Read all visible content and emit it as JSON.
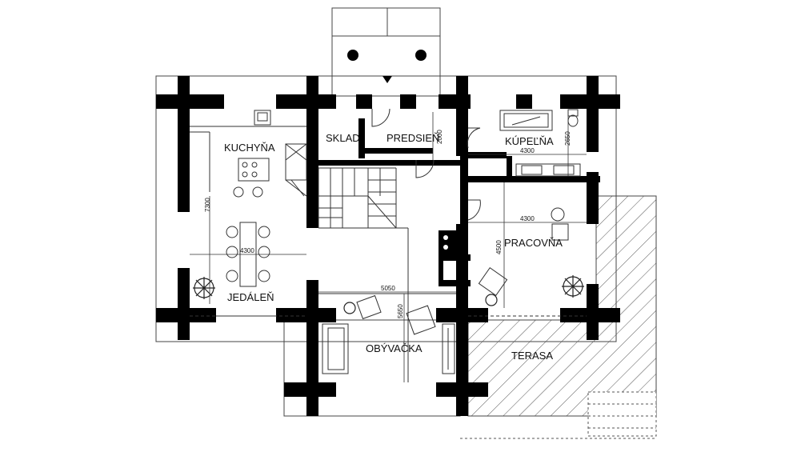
{
  "rooms": {
    "kuchyna": "KUCHYŇA",
    "jedalen": "JEDÁLEŇ",
    "sklad": "SKLAD",
    "predsien": "PREDSIEŇ",
    "kupelna": "KÚPEĽŇA",
    "pracovna": "PRACOVŇA",
    "obyvacka": "OBÝVAČKA",
    "terasa": "TERASA"
  },
  "dimensions": {
    "kitchen_width": "4300",
    "kitchen_height": "7300",
    "hall_height": "2000",
    "bath_width": "4300",
    "bath_height": "2650",
    "study_width": "4300",
    "study_height": "4500",
    "living_width": "5050",
    "living_height": "5650"
  },
  "colors": {
    "wall": "#000000",
    "line": "#333333",
    "hatch": "#555555",
    "plant": "#222222"
  },
  "icons": {
    "plant": "potted-plant-icon",
    "chair": "chair-icon",
    "stove": "cooktop-icon",
    "sofa": "sofa-icon",
    "bathtub": "bathtub-icon",
    "toilet": "toilet-icon"
  }
}
